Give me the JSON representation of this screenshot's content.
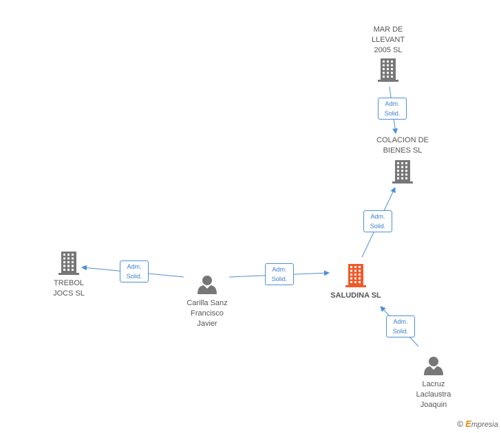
{
  "nodes": [
    {
      "id": "mar",
      "label": "MAR DE\nLLEVANT\n2005 SL",
      "type": "company"
    },
    {
      "id": "colacion",
      "label": "COLACION DE\nBIENES SL",
      "type": "company"
    },
    {
      "id": "saludina",
      "label": "SALUDINA SL",
      "type": "company-main"
    },
    {
      "id": "trebol",
      "label": "TREBOL\nJOCS SL",
      "type": "company"
    },
    {
      "id": "carilla",
      "label": "Carilla Sanz\nFrancisco\nJavier",
      "type": "person"
    },
    {
      "id": "lacruz",
      "label": "Lacruz\nLaclaustra\nJoaquin",
      "type": "person"
    }
  ],
  "edges": [
    {
      "from": "mar",
      "to": "colacion",
      "label": "Adm.\nSolid."
    },
    {
      "from": "saludina",
      "to": "colacion",
      "label": "Adm.\nSolid."
    },
    {
      "from": "carilla",
      "to": "saludina",
      "label": "Adm.\nSolid."
    },
    {
      "from": "carilla",
      "to": "trebol",
      "label": "Adm.\nSolid."
    },
    {
      "from": "lacruz",
      "to": "saludina",
      "label": "Adm.\nSolid."
    }
  ],
  "colors": {
    "company": "#777777",
    "company_main": "#f05a28",
    "person": "#777777",
    "edge": "#4a8fd8"
  },
  "footer": {
    "copyright": "©",
    "brand_letter": "E",
    "brand_rest": "mpresia"
  }
}
